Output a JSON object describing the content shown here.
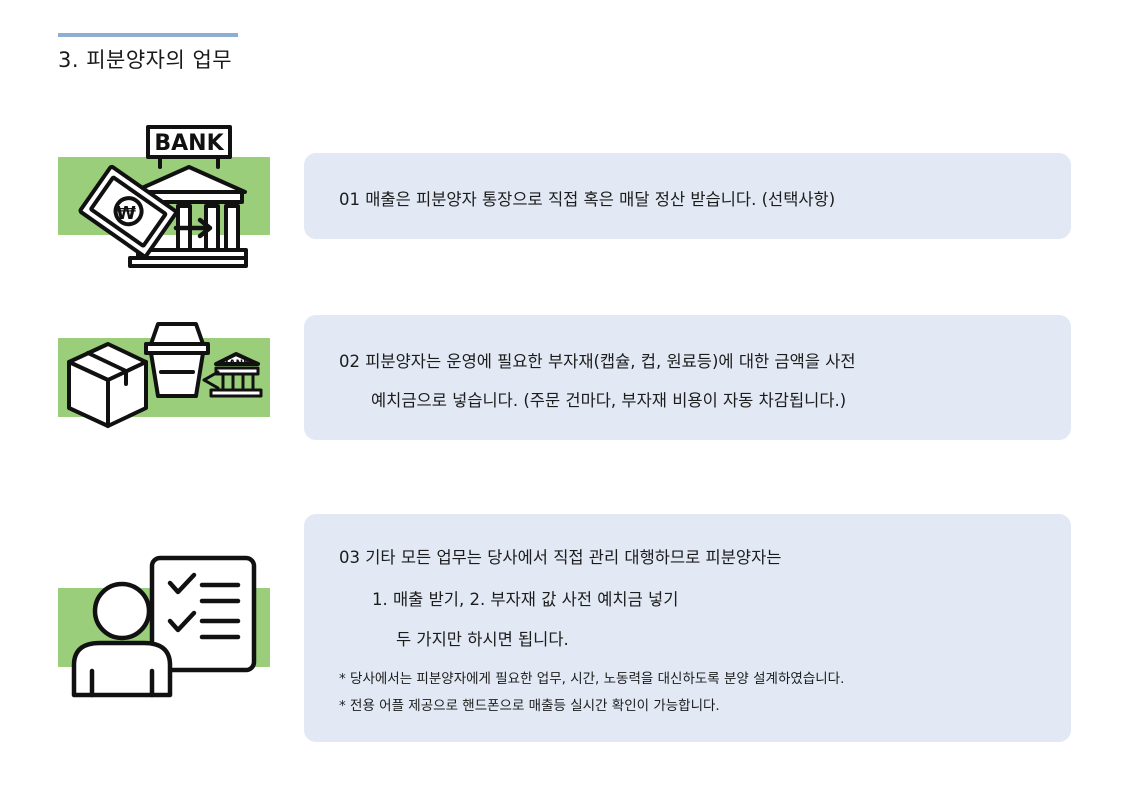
{
  "page": {
    "title": "3. 피분양자의 업무"
  },
  "items": [
    {
      "icon": "bank-money-transfer-icon",
      "lines": [
        "01  매출은 피분양자 통장으로 직접 혹은 매달 정산 받습니다. (선택사항)"
      ]
    },
    {
      "icon": "supplies-bank-icon",
      "lines": [
        "02  피분양자는 운영에 필요한 부자재(캡슐, 컵, 원료등)에 대한 금액을 사전",
        "예치금으로 넣습니다. (주문 건마다, 부자재 비용이 자동 차감됩니다.)"
      ]
    },
    {
      "icon": "person-checklist-icon",
      "lines": [
        "03  기타 모든 업무는 당사에서 직접 관리 대행하므로 피분양자는",
        "1. 매출 받기, 2. 부자재 값 사전 예치금 넣기",
        "두 가지만 하시면 됩니다."
      ],
      "notes": [
        "* 당사에서는 피분양자에게 필요한 업무, 시간, 노동력을 대신하도록 분양 설계하였습니다.",
        "* 전용 어플 제공으로 핸드폰으로 매출등 실시간 확인이 가능합니다."
      ]
    }
  ],
  "bank_sign": {
    "large": "BANK",
    "small": "BANK"
  },
  "currency_symbol": "₩",
  "colors": {
    "accent_bar": "#8eaed4",
    "green": "#9bce7b",
    "card": "#e2e9f4"
  }
}
